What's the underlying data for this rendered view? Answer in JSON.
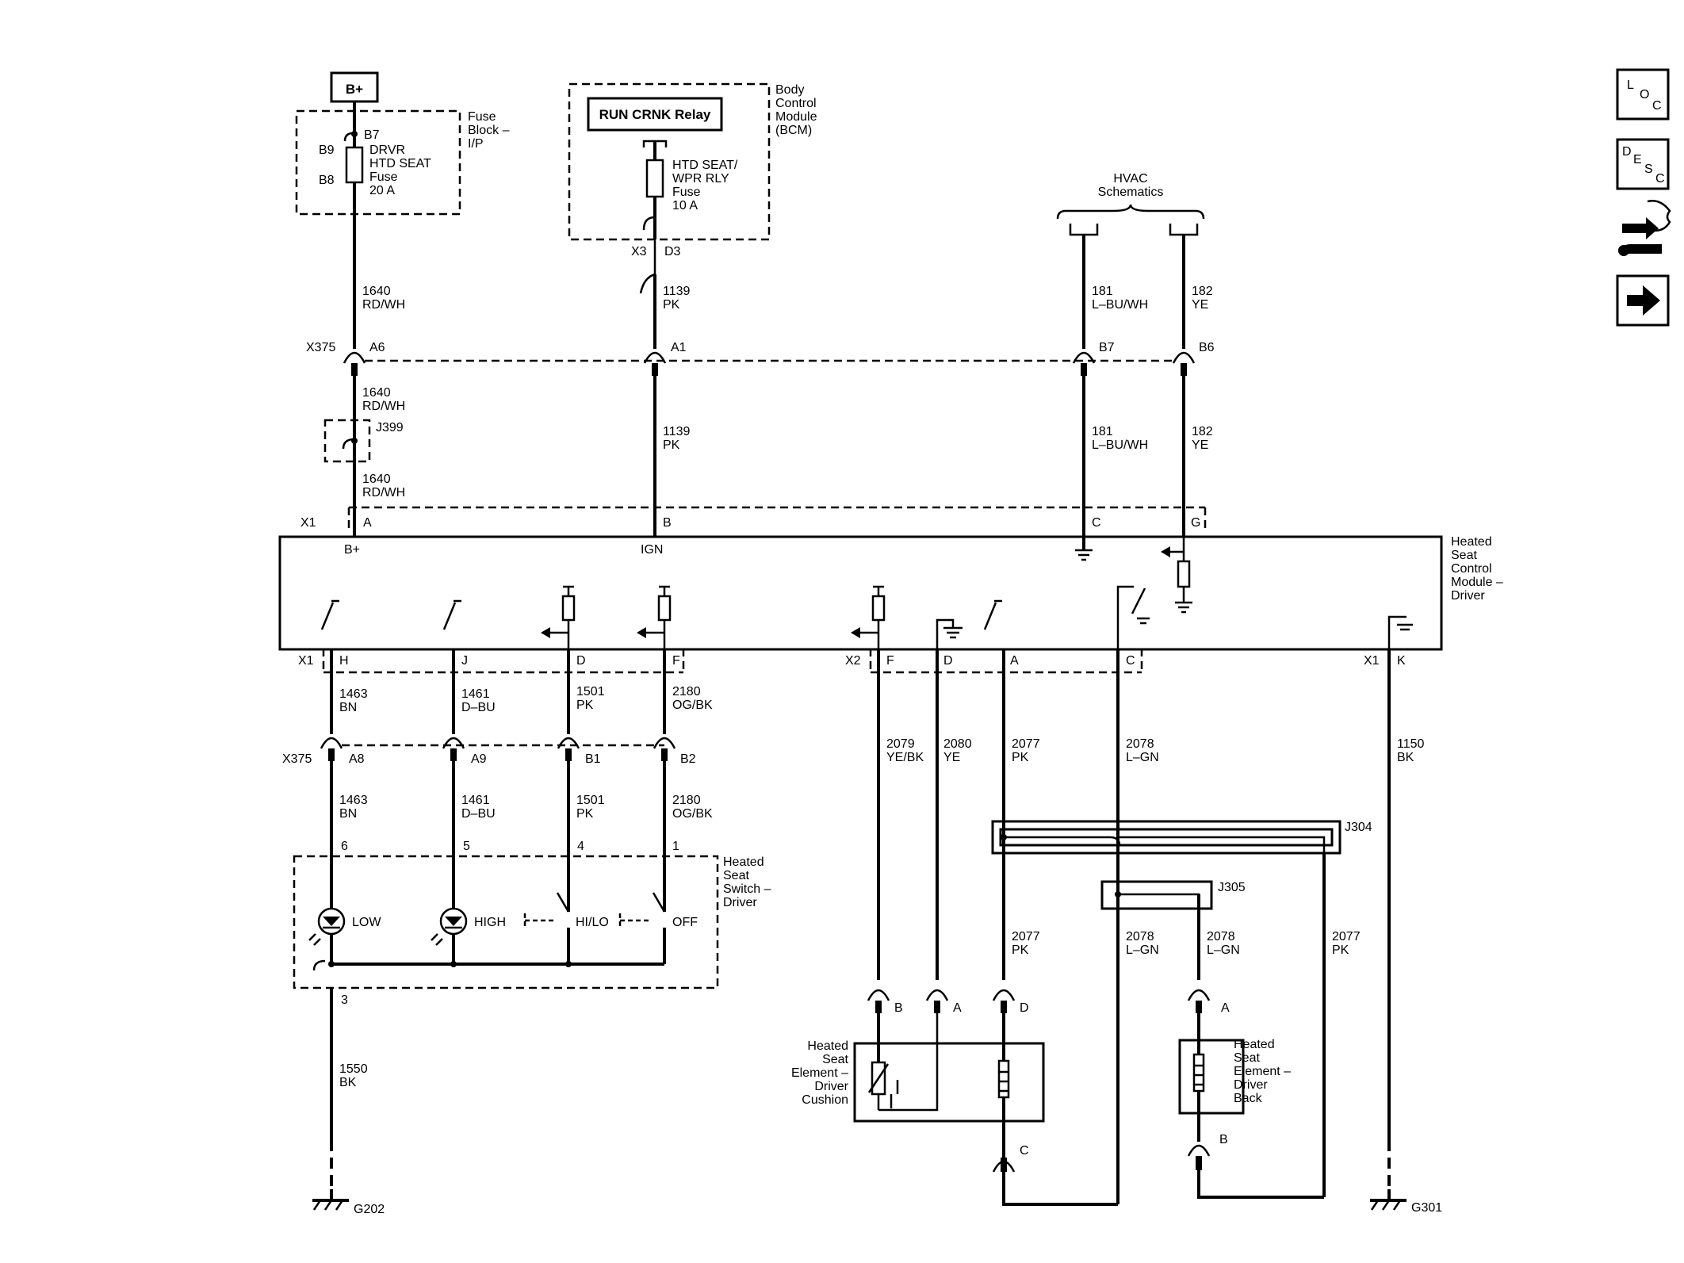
{
  "power": {
    "bplus": "B+"
  },
  "fuse_block": {
    "name": "Fuse\nBlock –\nI/P",
    "pin_top": "B7",
    "pin_b9": "B9",
    "pin_b8": "B8",
    "fuse": "DRVR\nHTD SEAT\nFuse\n20 A"
  },
  "bcm": {
    "name": "Body\nControl\nModule\n(BCM)",
    "relay": "RUN CRNK Relay",
    "fuse": "HTD SEAT/\nWPR RLY\nFuse\n10 A",
    "conn": "X3",
    "pin": "D3"
  },
  "hvac": {
    "name": "HVAC\nSchematics"
  },
  "wires_top": {
    "w1640a": "1640\nRD/WH",
    "w1139a": "1139\nPK",
    "w181a": "181\nL–BU/WH",
    "w182a": "182\nYE",
    "w1640b": "1640\nRD/WH",
    "w1139b": "1139\nPK",
    "w181b": "181\nL–BU/WH",
    "w182b": "182\nYE",
    "w1640c": "1640\nRD/WH"
  },
  "connector_x375_top": {
    "name": "X375",
    "a6": "A6",
    "a1": "A1",
    "b7": "B7",
    "b6": "B6"
  },
  "splice_j399": "J399",
  "module": {
    "name": "Heated\nSeat\nControl\nModule –\nDriver",
    "x1_top": "X1",
    "pin_a": "A",
    "pin_b": "B",
    "pin_c": "C",
    "pin_g": "G",
    "bplus": "B+",
    "ign": "IGN",
    "x1_bot": "X1",
    "pin_h": "H",
    "pin_j": "J",
    "pin_d": "D",
    "pin_f": "F",
    "x2": "X2",
    "x2_f": "F",
    "x2_d": "D",
    "x2_a": "A",
    "x2_c": "C",
    "x1_k_conn": "X1",
    "pin_k": "K"
  },
  "wires_mid": {
    "w1463a": "1463\nBN",
    "w1461a": "1461\nD–BU",
    "w1501a": "1501\nPK",
    "w2180a": "2180\nOG/BK",
    "w2079": "2079\nYE/BK",
    "w2080": "2080\nYE",
    "w2077a": "2077\nPK",
    "w2078a": "2078\nL–GN",
    "w1150": "1150\nBK",
    "w1463b": "1463\nBN",
    "w1461b": "1461\nD–BU",
    "w1501b": "1501\nPK",
    "w2180b": "2180\nOG/BK",
    "w2077b": "2077\nPK",
    "w2078b": "2078\nL–GN",
    "w2078c": "2078\nL–GN",
    "w2077c": "2077\nPK",
    "w1550": "1550\nBK"
  },
  "connector_x375_bot": {
    "name": "X375",
    "a8": "A8",
    "a9": "A9",
    "b1": "B1",
    "b2": "B2"
  },
  "switch": {
    "name": "Heated\nSeat\nSwitch –\nDriver",
    "pin6": "6",
    "pin5": "5",
    "pin4": "4",
    "pin1": "1",
    "pin3": "3",
    "low": "LOW",
    "high": "HIGH",
    "hilo": "HI/LO",
    "off": "OFF"
  },
  "splices": {
    "j304": "J304",
    "j305": "J305"
  },
  "cushion": {
    "name": "Heated\nSeat\nElement –\nDriver\nCushion",
    "pin_b": "B",
    "pin_a": "A",
    "pin_d": "D",
    "pin_c": "C"
  },
  "back": {
    "name": "Heated\nSeat\nElement –\nDriver\nBack",
    "pin_a": "A",
    "pin_b": "B"
  },
  "grounds": {
    "g202": "G202",
    "g301": "G301"
  },
  "nav": {
    "loc_l": "L",
    "loc_o": "O",
    "loc_c": "C",
    "desc_d": "D",
    "desc_e": "E",
    "desc_s": "S",
    "desc_c": "C"
  }
}
